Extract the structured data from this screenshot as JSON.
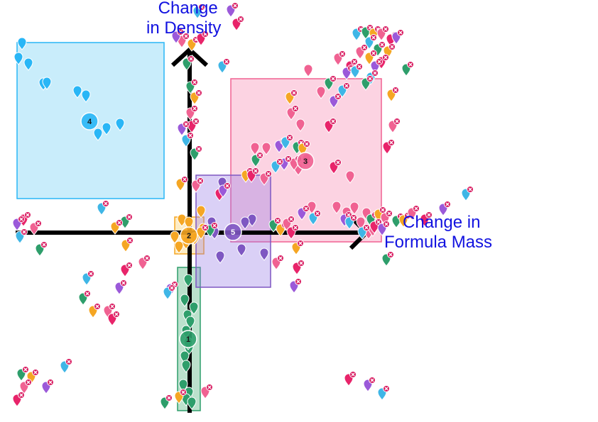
{
  "labels": {
    "y_axis": [
      "Change",
      "in Density"
    ],
    "x_axis": [
      "Change in",
      "Formula Mass"
    ]
  },
  "colors": {
    "axis": "#000000",
    "label": "#1212e0",
    "pin_marked": "#e8246a",
    "cross_badge": "#d81b60",
    "pin_palette": [
      "#e8246a",
      "#9b59d9",
      "#3fb6e6",
      "#2e9e6b",
      "#f5a623",
      "#f06292"
    ]
  },
  "clusters": [
    {
      "id": "1",
      "color": "#2e9e6b",
      "fill": "rgba(60,170,110,0.35)"
    },
    {
      "id": "2",
      "color": "#f5a623",
      "fill": "rgba(250,200,90,0.35)"
    },
    {
      "id": "3",
      "color": "#f06292",
      "fill": "rgba(245,110,160,0.30)"
    },
    {
      "id": "4",
      "color": "#29b6f6",
      "fill": "rgba(120,210,245,0.40)"
    },
    {
      "id": "5",
      "color": "#7e57c2",
      "fill": "rgba(150,120,230,0.35)"
    }
  ],
  "icons": {
    "marked": "cross-badge-icon",
    "pin": "map-pin-icon"
  }
}
